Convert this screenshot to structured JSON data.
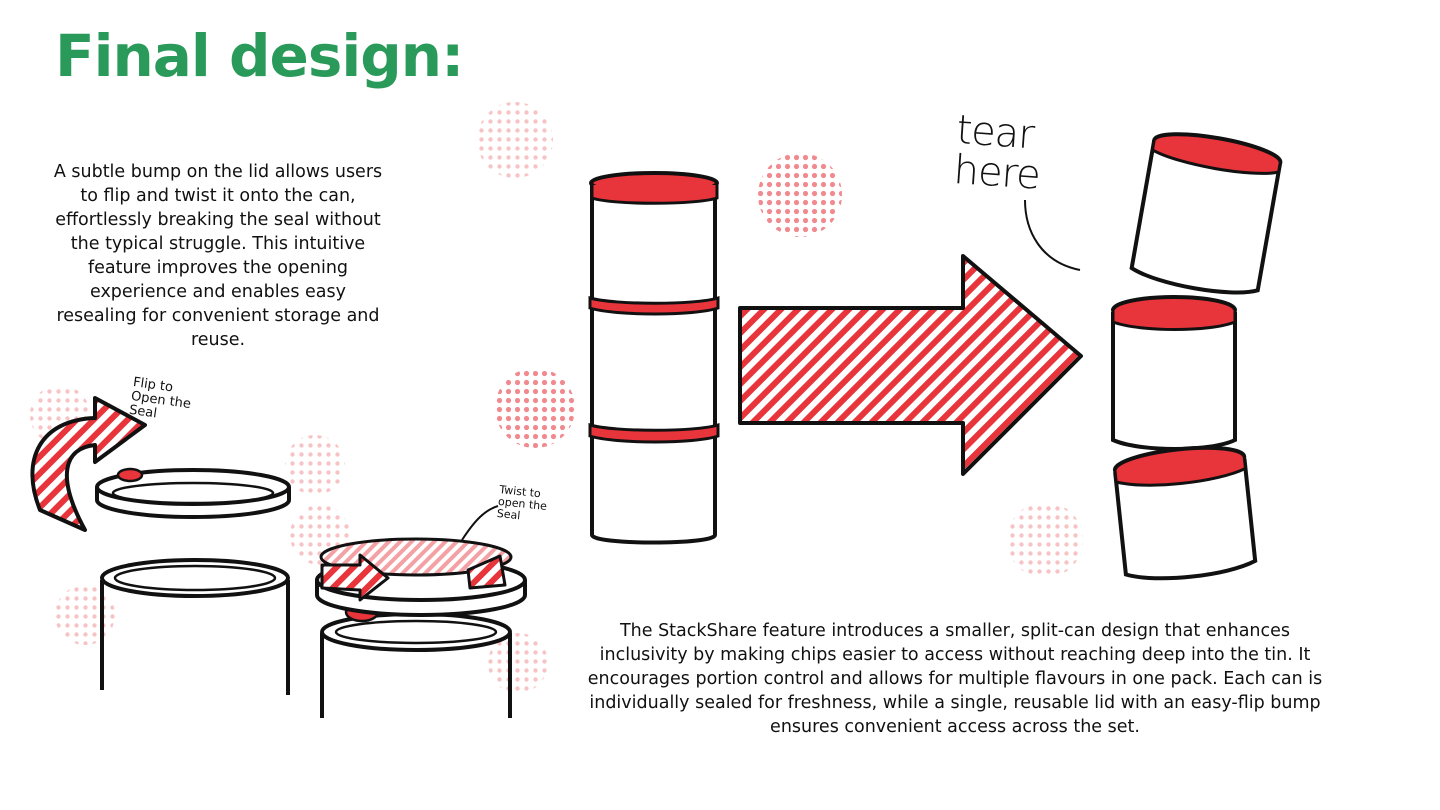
{
  "slide": {
    "title": "Final design:",
    "lid_description": "A subtle bump on the lid allows users to flip and twist it onto the can, effortlessly breaking the seal without the typical struggle. This intuitive feature improves the opening experience and enables easy resealing for convenient storage and reuse.",
    "stackshare_description": "The StackShare feature introduces a smaller, split-can design that enhances inclusivity by making chips easier to access without reaching deep into the tin. It encourages portion control and allows for multiple flavours in one pack. Each can is individually sealed for freshness, while a single, reusable lid with an easy-flip bump ensures convenient access across the set.",
    "annotations": {
      "flip": "Flip to\n    Open the\n       Seal",
      "twist": "Twist to\n open the\n Seal",
      "tear": "tear\n here"
    }
  },
  "colors": {
    "title_green": "#2a9a5a",
    "accent_red": "#e8343b",
    "dot_pink": "#f4a7aa",
    "ink": "#111111"
  }
}
